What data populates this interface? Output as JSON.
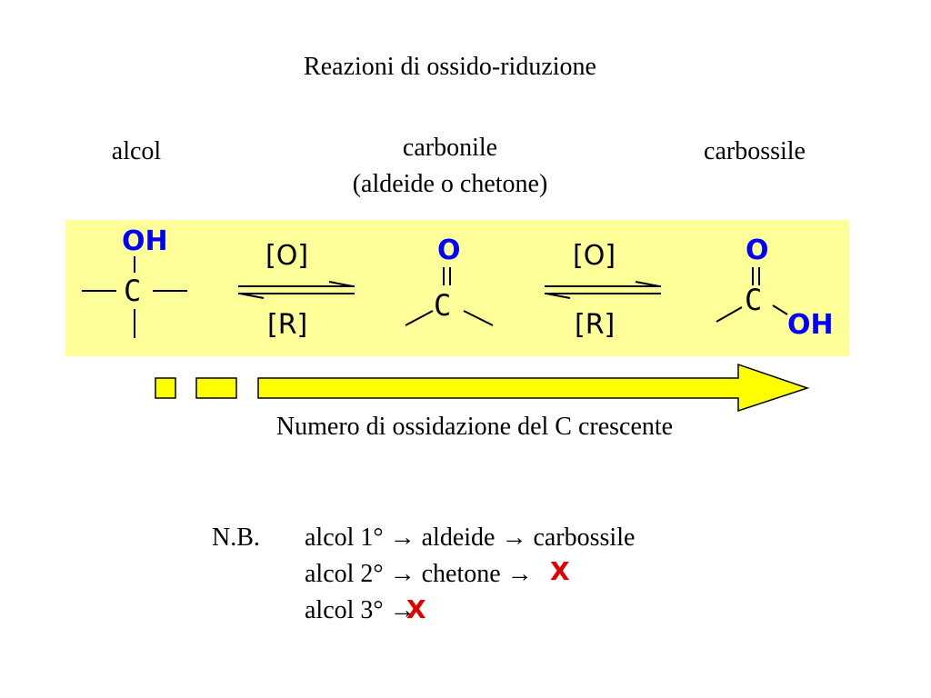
{
  "title": "Reazioni di ossido-riduzione",
  "labels": {
    "alcol": "alcol",
    "carbonile_line1": "carbonile",
    "carbonile_line2": "(aldeide o chetone)",
    "carbossile": "carbossile"
  },
  "scheme": {
    "oh": "OH",
    "c": "C",
    "o": "O",
    "oxid": "[O]",
    "red": "[R]"
  },
  "arrow_caption": "Numero di ossidazione del C crescente",
  "nb": {
    "prefix": "N.B.",
    "line1": "alcol 1° → aldeide → carbossile",
    "line2": "alcol 2° → chetone →",
    "line3": "alcol 3° →",
    "x_mark": "X"
  },
  "colors": {
    "panel": "#ffff99",
    "arrow": "#ffff00",
    "heteroatom": "#0000ff",
    "cross": "#dd0000"
  }
}
